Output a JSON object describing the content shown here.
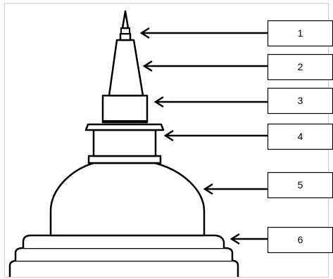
{
  "labels": [
    {
      "text": "1"
    },
    {
      "text": "2"
    },
    {
      "text": "3"
    },
    {
      "text": "4"
    },
    {
      "text": "5"
    },
    {
      "text": "6"
    }
  ]
}
